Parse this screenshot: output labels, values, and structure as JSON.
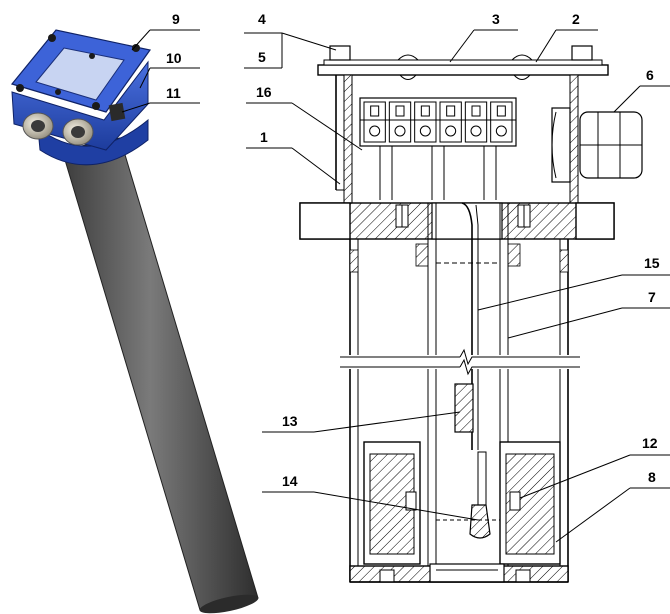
{
  "callouts": {
    "c1": "1",
    "c2": "2",
    "c3": "3",
    "c4": "4",
    "c5": "5",
    "c6": "6",
    "c7": "7",
    "c8": "8",
    "c9": "9",
    "c10": "10",
    "c11": "11",
    "c12": "12",
    "c13": "13",
    "c14": "14",
    "c15": "15",
    "c16": "16"
  },
  "colors": {
    "housing_blue": "#2f55c8",
    "housing_blue_dark": "#1c3a94",
    "tube_gray": "#5a5a5a",
    "line": "#000000"
  },
  "terminal_count": 6
}
